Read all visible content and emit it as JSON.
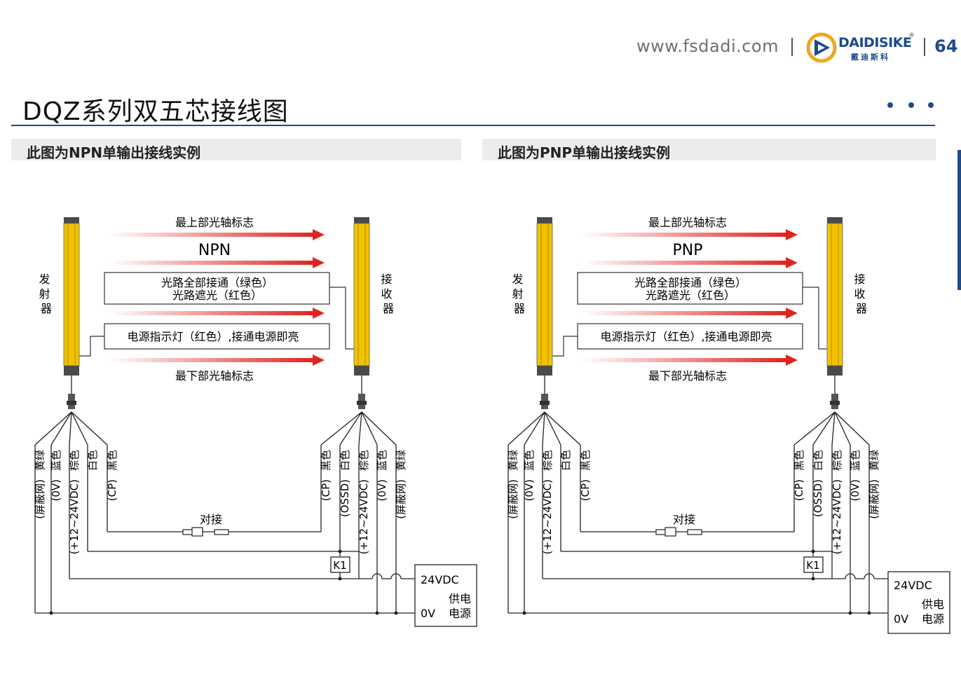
{
  "header": {
    "url": "www.fsdadi.com",
    "logo_text": "DAIDISIKE",
    "logo_sub": "戴迪斯科",
    "logo_reg": "®",
    "page_number": "64"
  },
  "title": "DQZ系列双五芯接线图",
  "colors": {
    "brand": "#1d4a8c",
    "arrow": "#e0231e",
    "sensor": "#f2c200"
  },
  "icons": [
    "daidisike-logo-icon",
    "more-dots-icon"
  ],
  "panels": [
    {
      "heading": "此图为NPN单输出接线实例",
      "type_label": "NPN",
      "top_beam": "最上部光轴标志",
      "bottom_beam": "最下部光轴标志",
      "box1_line1": "光路全部接通（绿色）",
      "box1_line2": "光路遮光（红色）",
      "box2": "电源指示灯（红色）,接通电源即亮",
      "emitter": "发射器",
      "receiver": "接收器",
      "left_wires": [
        {
          "color": "黄绿",
          "func": "(屏蔽网)"
        },
        {
          "color": "蓝色",
          "func": "(0V)"
        },
        {
          "color": "棕色",
          "func": "(+12~24VDC)"
        },
        {
          "color": "白色",
          "func": ""
        },
        {
          "color": "黑色",
          "func": "(CP)"
        }
      ],
      "right_wires": [
        {
          "color": "黑色",
          "func": "(CP)"
        },
        {
          "color": "白色",
          "func": "(OSSD)"
        },
        {
          "color": "棕色",
          "func": "(+12~24VDC)"
        },
        {
          "color": "蓝色",
          "func": "(0V)"
        },
        {
          "color": "黄绿",
          "func": "(屏蔽网)"
        }
      ],
      "connect": "对接",
      "relay": "K1",
      "ps_v": "24VDC",
      "ps_0": "0V",
      "ps_label1": "供电",
      "ps_label2": "电源"
    },
    {
      "heading": "此图为PNP单输出接线实例",
      "type_label": "PNP",
      "top_beam": "最上部光轴标志",
      "bottom_beam": "最下部光轴标志",
      "box1_line1": "光路全部接通（绿色）",
      "box1_line2": "光路遮光（红色）",
      "box2": "电源指示灯（红色）,接通电源即亮",
      "emitter": "发射器",
      "receiver": "接收器",
      "left_wires": [
        {
          "color": "黄绿",
          "func": "(屏蔽网)"
        },
        {
          "color": "蓝色",
          "func": "(0V)"
        },
        {
          "color": "棕色",
          "func": "(+12~24VDC)"
        },
        {
          "color": "白色",
          "func": ""
        },
        {
          "color": "黑色",
          "func": "(CP)"
        }
      ],
      "right_wires": [
        {
          "color": "黑色",
          "func": "(CP)"
        },
        {
          "color": "白色",
          "func": "(OSSD)"
        },
        {
          "color": "棕色",
          "func": "(+12~24VDC)"
        },
        {
          "color": "蓝色",
          "func": "(0V)"
        },
        {
          "color": "黄绿",
          "func": "(屏蔽网)"
        }
      ],
      "connect": "对接",
      "relay": "K1",
      "ps_v": "24VDC",
      "ps_0": "0V",
      "ps_label1": "供电",
      "ps_label2": "电源"
    }
  ]
}
